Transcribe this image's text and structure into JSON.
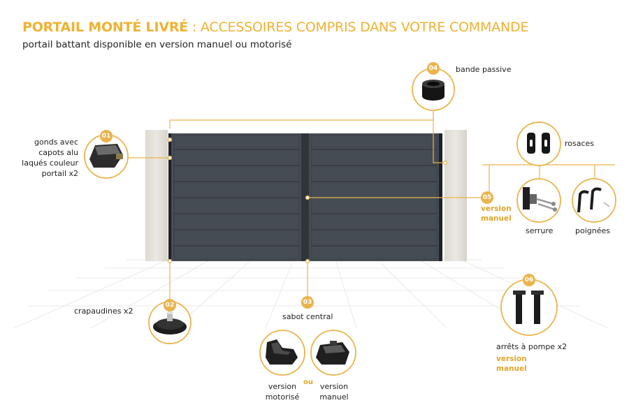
{
  "header": {
    "title_bold": "PORTAIL MONTÉ LIVRÉ",
    "title_rest": " : ACCESSOIRES COMPRIS DANS VOTRE COMMANDE",
    "subtitle": "portail battant disponible en version manuel ou motorisé"
  },
  "colors": {
    "accent": "#eab44c",
    "gate": "#444b52",
    "pillar": "#e4e1db"
  },
  "callouts": [
    {
      "num": "01",
      "label": "gonds avec\ncapots alu\nlaqués couleur\nportail x2",
      "icon": "hinge-icon"
    },
    {
      "num": "02",
      "label": "crapaudines x2",
      "icon": "pivot-base-icon"
    },
    {
      "num": "03",
      "label": "sabot central",
      "icon": "central-stop-icon"
    },
    {
      "num": "04",
      "label": "bande passive",
      "icon": "passive-strip-roll-icon"
    },
    {
      "num": "05",
      "version": "version\nmanuel"
    },
    {
      "num": "06",
      "label": "arrêts à pompe x2",
      "version": "version\nmanuel",
      "icon": "pump-stop-icon"
    }
  ],
  "hardware": {
    "rosaces": "rosaces",
    "serrure": "serrure",
    "poignees": "poignées"
  },
  "sabot": {
    "motorise": "version\nmotorisé",
    "ou": "ou",
    "manuel": "version\nmanuel"
  }
}
